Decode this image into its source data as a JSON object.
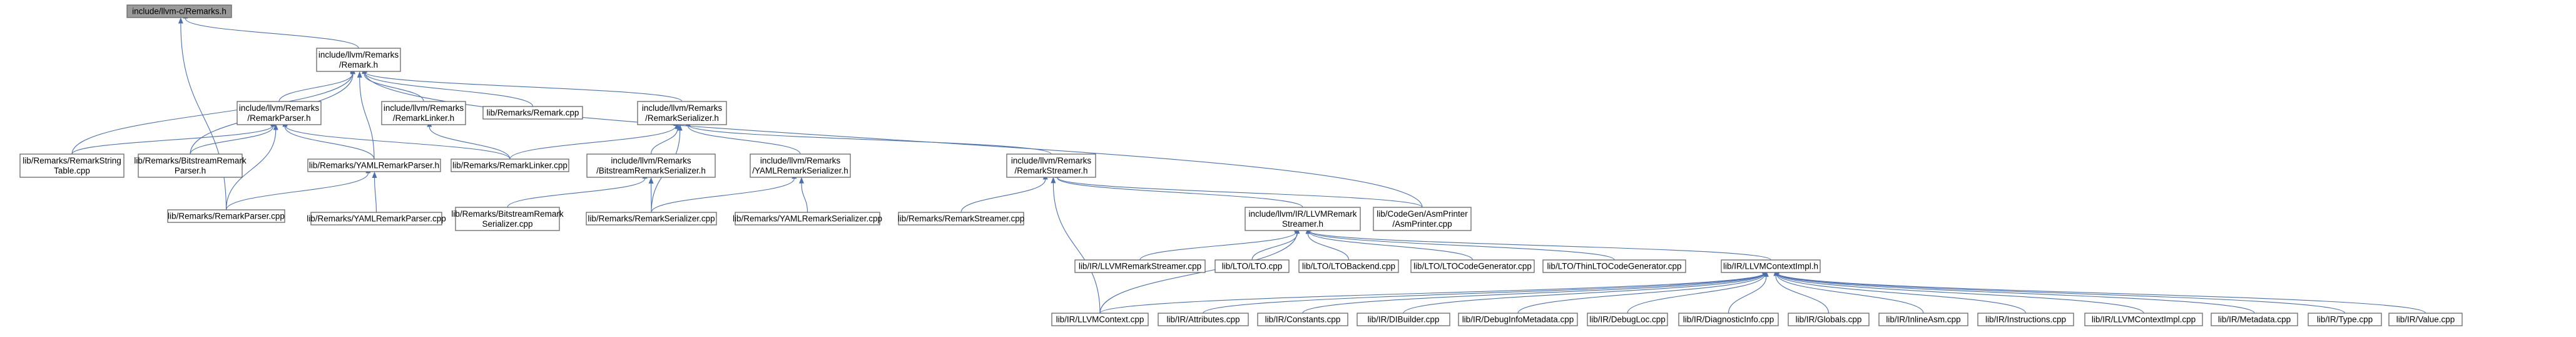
{
  "graph": {
    "edge_color": "#4a6fb3",
    "root_fill": "#9a9a9a",
    "nodes": [
      {
        "id": "n0",
        "lines": [
          "include/llvm-c/Remarks.h"
        ],
        "root": true
      },
      {
        "id": "n1",
        "lines": [
          "include/llvm/Remarks",
          "/Remark.h"
        ]
      },
      {
        "id": "n2",
        "lines": [
          "lib/Remarks/RemarkParser.cpp"
        ]
      },
      {
        "id": "n3",
        "lines": [
          "include/llvm/Remarks",
          "/RemarkParser.h"
        ]
      },
      {
        "id": "n4",
        "lines": [
          "include/llvm/Remarks",
          "/RemarkLinker.h"
        ]
      },
      {
        "id": "n5",
        "lines": [
          "lib/Remarks/Remark.cpp"
        ]
      },
      {
        "id": "n6",
        "lines": [
          "include/llvm/Remarks",
          "/RemarkSerializer.h"
        ]
      },
      {
        "id": "n7",
        "lines": [
          "lib/Remarks/RemarkString",
          "Table.cpp"
        ]
      },
      {
        "id": "n8",
        "lines": [
          "lib/Remarks/BitstreamRemark",
          "Parser.h"
        ]
      },
      {
        "id": "n9",
        "lines": [
          "lib/Remarks/YAMLRemarkParser.h"
        ]
      },
      {
        "id": "n10",
        "lines": [
          "lib/Remarks/RemarkLinker.cpp"
        ]
      },
      {
        "id": "n11",
        "lines": [
          "include/llvm/Remarks",
          "/BitstreamRemarkSerializer.h"
        ]
      },
      {
        "id": "n12",
        "lines": [
          "include/llvm/Remarks",
          "/YAMLRemarkSerializer.h"
        ]
      },
      {
        "id": "n13",
        "lines": [
          "include/llvm/Remarks",
          "/RemarkStreamer.h"
        ]
      },
      {
        "id": "n14",
        "lines": [
          "lib/CodeGen/AsmPrinter",
          "/AsmPrinter.cpp"
        ]
      },
      {
        "id": "n15",
        "lines": [
          "lib/Remarks/YAMLRemarkParser.cpp"
        ]
      },
      {
        "id": "n16",
        "lines": [
          "lib/Remarks/BitstreamRemark",
          "Serializer.cpp"
        ]
      },
      {
        "id": "n17",
        "lines": [
          "lib/Remarks/RemarkSerializer.cpp"
        ]
      },
      {
        "id": "n18",
        "lines": [
          "lib/Remarks/YAMLRemarkSerializer.cpp"
        ]
      },
      {
        "id": "n19",
        "lines": [
          "lib/Remarks/RemarkStreamer.cpp"
        ]
      },
      {
        "id": "n20",
        "lines": [
          "include/llvm/IR/LLVMRemark",
          "Streamer.h"
        ]
      },
      {
        "id": "n21",
        "lines": [
          "lib/IR/LLVMRemarkStreamer.cpp"
        ]
      },
      {
        "id": "n22",
        "lines": [
          "lib/LTO/LTO.cpp"
        ]
      },
      {
        "id": "n23",
        "lines": [
          "lib/LTO/LTOBackend.cpp"
        ]
      },
      {
        "id": "n24",
        "lines": [
          "lib/LTO/LTOCodeGenerator.cpp"
        ]
      },
      {
        "id": "n25",
        "lines": [
          "lib/LTO/ThinLTOCodeGenerator.cpp"
        ]
      },
      {
        "id": "n26",
        "lines": [
          "lib/IR/LLVMContextImpl.h"
        ]
      },
      {
        "id": "n27",
        "lines": [
          "lib/IR/LLVMContext.cpp"
        ]
      },
      {
        "id": "n28",
        "lines": [
          "lib/IR/Attributes.cpp"
        ]
      },
      {
        "id": "n29",
        "lines": [
          "lib/IR/Constants.cpp"
        ]
      },
      {
        "id": "n30",
        "lines": [
          "lib/IR/DIBuilder.cpp"
        ]
      },
      {
        "id": "n31",
        "lines": [
          "lib/IR/DebugInfoMetadata.cpp"
        ]
      },
      {
        "id": "n32",
        "lines": [
          "lib/IR/DebugLoc.cpp"
        ]
      },
      {
        "id": "n33",
        "lines": [
          "lib/IR/DiagnosticInfo.cpp"
        ]
      },
      {
        "id": "n34",
        "lines": [
          "lib/IR/Globals.cpp"
        ]
      },
      {
        "id": "n35",
        "lines": [
          "lib/IR/InlineAsm.cpp"
        ]
      },
      {
        "id": "n36",
        "lines": [
          "lib/IR/Instructions.cpp"
        ]
      },
      {
        "id": "n37",
        "lines": [
          "lib/IR/LLVMContextImpl.cpp"
        ]
      },
      {
        "id": "n38",
        "lines": [
          "lib/IR/Metadata.cpp"
        ]
      },
      {
        "id": "n39",
        "lines": [
          "lib/IR/Type.cpp"
        ]
      },
      {
        "id": "n40",
        "lines": [
          "lib/IR/Value.cpp"
        ]
      }
    ],
    "edges": [
      [
        "n0",
        "n1"
      ],
      [
        "n0",
        "n2"
      ],
      [
        "n1",
        "n3"
      ],
      [
        "n1",
        "n4"
      ],
      [
        "n1",
        "n5"
      ],
      [
        "n1",
        "n6"
      ],
      [
        "n1",
        "n7"
      ],
      [
        "n1",
        "n8"
      ],
      [
        "n1",
        "n9"
      ],
      [
        "n1",
        "n14"
      ],
      [
        "n3",
        "n7"
      ],
      [
        "n3",
        "n8"
      ],
      [
        "n3",
        "n9"
      ],
      [
        "n3",
        "n10"
      ],
      [
        "n3",
        "n2"
      ],
      [
        "n4",
        "n10"
      ],
      [
        "n6",
        "n10"
      ],
      [
        "n6",
        "n11"
      ],
      [
        "n6",
        "n12"
      ],
      [
        "n6",
        "n13"
      ],
      [
        "n6",
        "n17"
      ],
      [
        "n9",
        "n2"
      ],
      [
        "n9",
        "n15"
      ],
      [
        "n11",
        "n16"
      ],
      [
        "n11",
        "n17"
      ],
      [
        "n12",
        "n17"
      ],
      [
        "n12",
        "n18"
      ],
      [
        "n13",
        "n19"
      ],
      [
        "n13",
        "n20"
      ],
      [
        "n13",
        "n14"
      ],
      [
        "n13",
        "n27"
      ],
      [
        "n20",
        "n21"
      ],
      [
        "n20",
        "n22"
      ],
      [
        "n20",
        "n23"
      ],
      [
        "n20",
        "n24"
      ],
      [
        "n20",
        "n25"
      ],
      [
        "n20",
        "n26"
      ],
      [
        "n20",
        "n27"
      ],
      [
        "n26",
        "n27"
      ],
      [
        "n26",
        "n28"
      ],
      [
        "n26",
        "n29"
      ],
      [
        "n26",
        "n30"
      ],
      [
        "n26",
        "n31"
      ],
      [
        "n26",
        "n32"
      ],
      [
        "n26",
        "n33"
      ],
      [
        "n26",
        "n34"
      ],
      [
        "n26",
        "n35"
      ],
      [
        "n26",
        "n36"
      ],
      [
        "n26",
        "n37"
      ],
      [
        "n26",
        "n38"
      ],
      [
        "n26",
        "n39"
      ],
      [
        "n26",
        "n40"
      ]
    ]
  }
}
